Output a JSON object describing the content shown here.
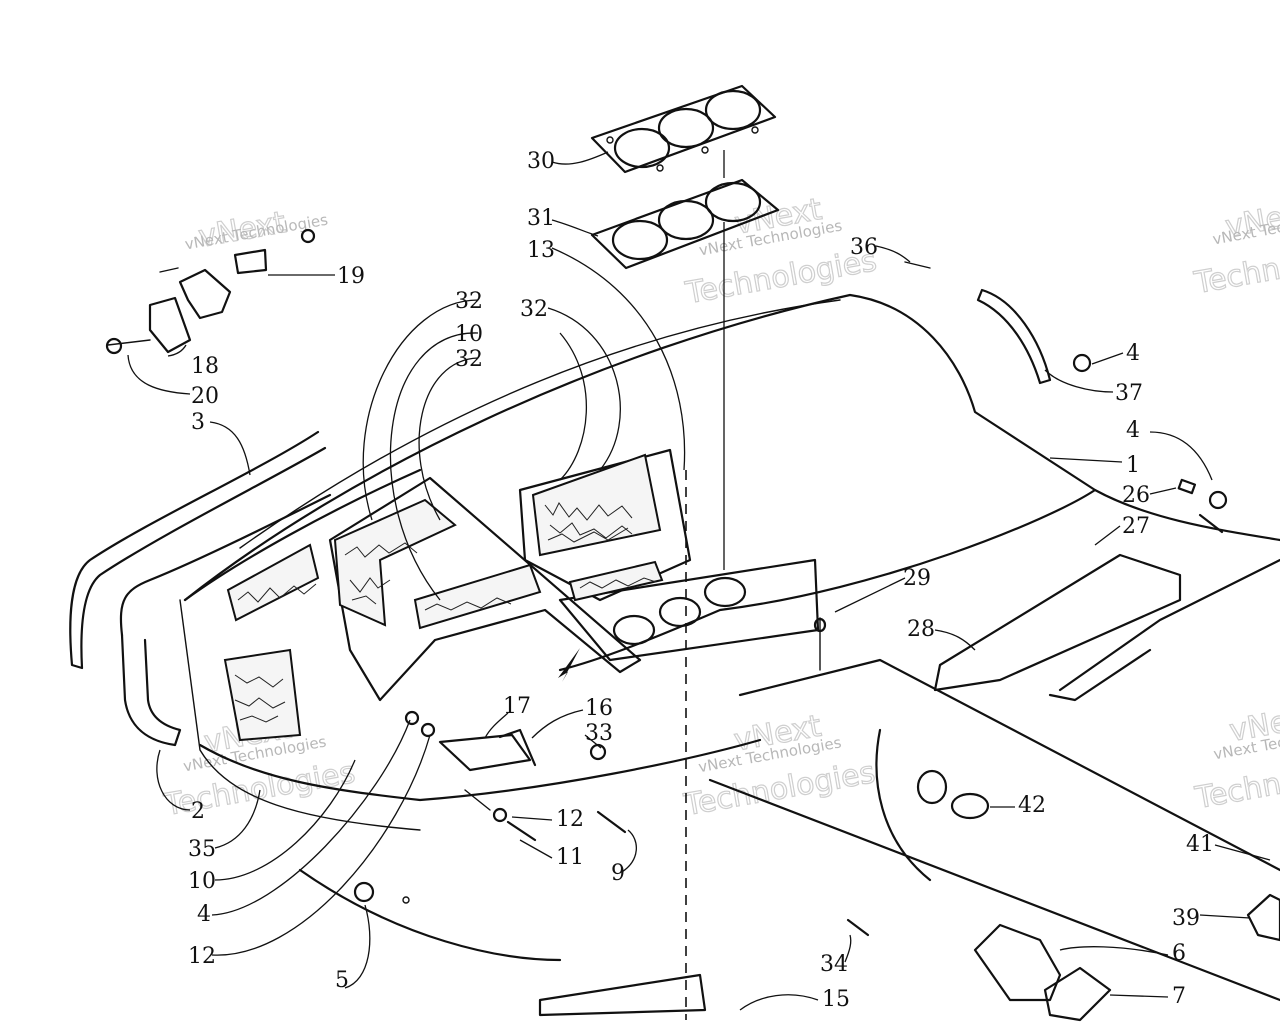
{
  "diagram": {
    "callouts": [
      "30",
      "31",
      "13",
      "36",
      "4",
      "37",
      "1",
      "4",
      "26",
      "27",
      "29",
      "28",
      "32",
      "10",
      "32",
      "32",
      "19",
      "18",
      "20",
      "3",
      "2",
      "35",
      "10",
      "4",
      "12",
      "5",
      "17",
      "16",
      "33",
      "12",
      "11",
      "9",
      "42",
      "41",
      "39",
      "6",
      "7",
      "34",
      "15"
    ],
    "watermark": {
      "line1": "vNext Technologies",
      "line2": "Technologies",
      "overlay": "vNext"
    }
  }
}
